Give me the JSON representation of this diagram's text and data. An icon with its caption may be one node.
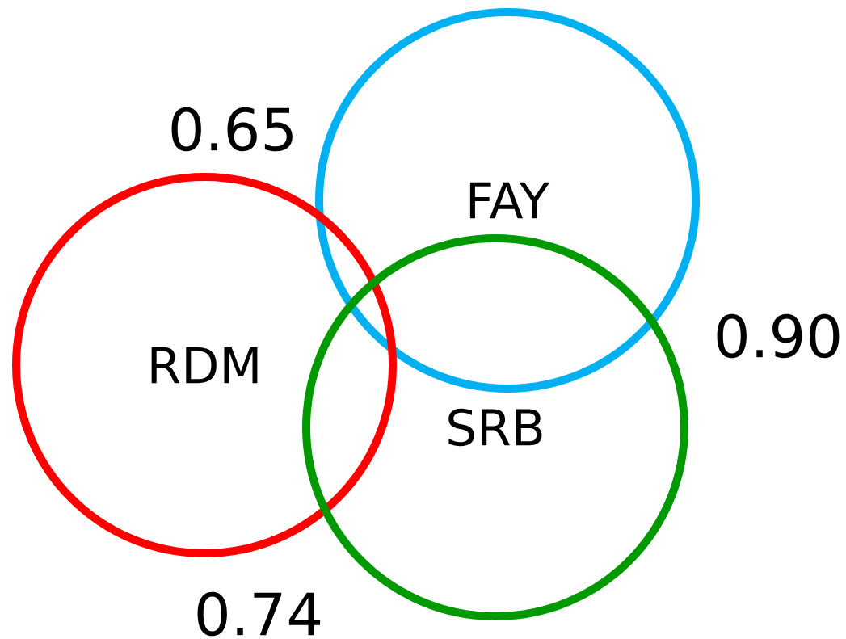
{
  "diagram": {
    "nodes": [
      {
        "text": [
          "FAY"
        ]
      },
      {
        "text": [
          "RDM"
        ]
      },
      {
        "text": [
          "SRB"
        ]
      }
    ],
    "labels": [
      "0.65",
      "0.90",
      "0.74"
    ]
  }
}
